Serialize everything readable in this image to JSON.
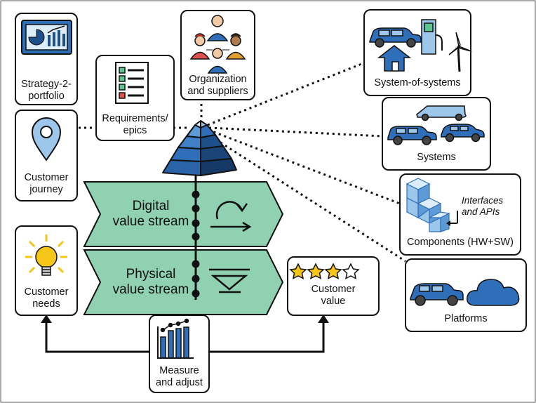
{
  "colors": {
    "accent_blue": "#2f6fba",
    "dark_blue": "#1d4f8a",
    "light_blue": "#9cc6ea",
    "stream_green": "#8fd1b0",
    "bulb_yellow": "#f5c518",
    "outline": "#111111"
  },
  "nodes": {
    "strategy": {
      "lines": [
        "Strategy-2-",
        "portfolio"
      ],
      "icon": "dashboard-monitor-icon"
    },
    "requirements": {
      "lines": [
        "Requirements/",
        "epics"
      ],
      "icon": "checklist-icon"
    },
    "organization": {
      "lines": [
        "Organization",
        "and suppliers"
      ],
      "icon": "people-icon"
    },
    "customer_journey": {
      "lines": [
        "Customer",
        "journey"
      ],
      "icon": "map-pin-icon"
    },
    "customer_needs": {
      "lines": [
        "Customer",
        "needs"
      ],
      "icon": "lightbulb-icon"
    },
    "customer_value": {
      "lines": [
        "Customer",
        "value"
      ],
      "icon": "stars-icon",
      "stars_filled": 3,
      "stars_total": 4
    },
    "measure": {
      "lines": [
        "Measure",
        "and adjust"
      ],
      "icon": "bar-chart-icon"
    },
    "system_of_systems": {
      "lines": [
        "System-of-systems"
      ],
      "icon": "car-house-charger-turbine-icon"
    },
    "systems": {
      "lines": [
        "Systems"
      ],
      "icon": "cars-icon"
    },
    "components": {
      "lines": [
        "Components (HW+SW)"
      ],
      "icon": "cubes-icon",
      "note": [
        "Interfaces",
        "and APIs"
      ]
    },
    "platforms": {
      "lines": [
        "Platforms"
      ],
      "icon": "car-cloud-icon"
    }
  },
  "value_streams": {
    "digital": {
      "lines": [
        "Digital",
        "value stream"
      ],
      "icon": "cycle-arrow-icon"
    },
    "physical": {
      "lines": [
        "Physical",
        "value stream"
      ],
      "icon": "funnel-triangle-icon"
    }
  }
}
